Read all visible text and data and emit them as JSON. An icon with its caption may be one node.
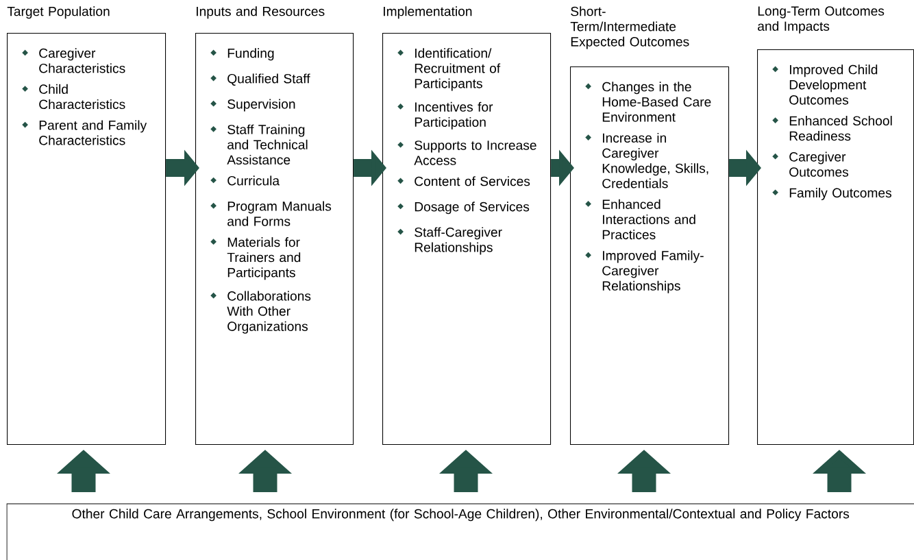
{
  "diagram": {
    "nodes": [
      {
        "text": [
          "Target Population",
          "Caregiver Characteristics",
          "Child Characteristics",
          "Parent and Family Characteristics"
        ]
      },
      {
        "text": [
          "Inputs and Resources",
          "Funding",
          "Qualified Staff",
          "Supervision",
          "Staff Training and Technical Assistance",
          "Curricula",
          "Program Manuals and Forms",
          "Materials for Trainers and Participants",
          "Collaborations With Other Organizations"
        ]
      },
      {
        "text": [
          "Implementation",
          "Identification/ Recruitment of Participants",
          "Incentives for Participation",
          "Supports to Increase Access",
          "Content of Services",
          "Dosage of Services",
          "Staff-Caregiver Relationships"
        ]
      },
      {
        "text": [
          "Short-Term/Intermediate Expected Outcomes",
          "Changes in the Home-Based Care Environment",
          "Increase in Caregiver Knowledge, Skills, Credentials",
          "Enhanced Interactions and Practices",
          "Improved Family-Caregiver Relationships"
        ]
      },
      {
        "text": [
          "Long-Term Outcomes and Impacts",
          "Improved Child Development Outcomes",
          "Enhanced School Readiness",
          "Caregiver Outcomes",
          "Family Outcomes"
        ]
      },
      {
        "text": [
          "Other Child Care Arrangements, School Environment (for School-Age Children), Other Environmental/Contextual and Policy Factors"
        ]
      }
    ],
    "edges": [
      {
        "from": 0,
        "to": 1,
        "arrow": "to"
      },
      {
        "from": 1,
        "to": 2,
        "arrow": "to"
      },
      {
        "from": 2,
        "to": 3,
        "arrow": "to"
      },
      {
        "from": 3,
        "to": 4,
        "arrow": "to"
      },
      {
        "from": 5,
        "to": 0,
        "arrow": "to"
      },
      {
        "from": 5,
        "to": 1,
        "arrow": "to"
      },
      {
        "from": 5,
        "to": 2,
        "arrow": "to"
      },
      {
        "from": 5,
        "to": 3,
        "arrow": "to"
      },
      {
        "from": 5,
        "to": 4,
        "arrow": "to"
      }
    ]
  }
}
